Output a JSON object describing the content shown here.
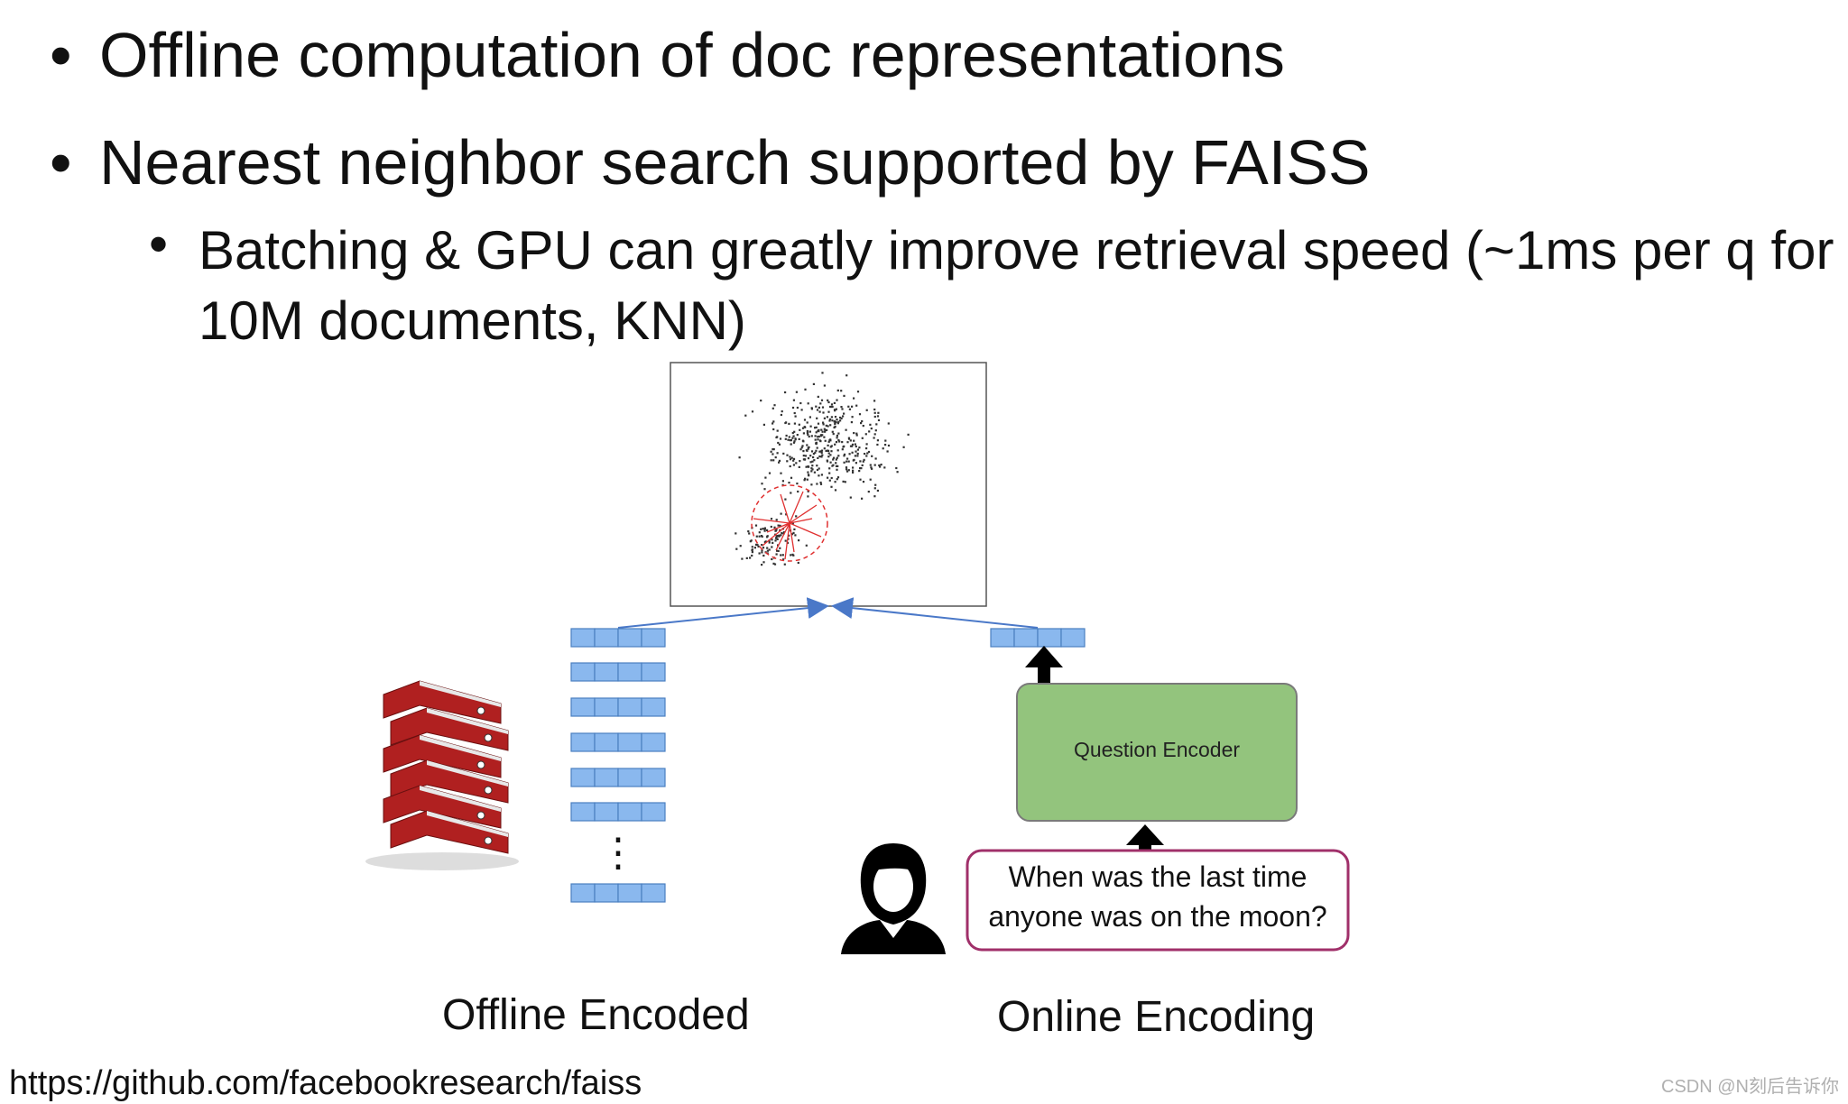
{
  "bullets": [
    {
      "text": "Offline computation of doc representations",
      "level": 1
    },
    {
      "text": "Nearest neighbor search supported by FAISS",
      "level": 1
    },
    {
      "text": "Batching & GPU can greatly improve retrieval speed (~1ms per q for 10M documents, KNN)",
      "level": 2
    }
  ],
  "bullet_glyph": "•",
  "diagram": {
    "encoder_label": "Question Encoder",
    "question_text": "When was the last time anyone was on the moon?",
    "ellipsis": "⋮",
    "offline_caption": "Offline Encoded",
    "online_caption": "Online Encoding",
    "colors": {
      "vector_cell": "#8ab8ee",
      "vector_border": "#4a7fc0",
      "encoder_fill": "#93c47d",
      "question_border": "#a0306a",
      "neighbors": "#e03030",
      "arrow_line": "#4a78c8",
      "binder": "#b02020"
    },
    "icons": [
      "document-stack-icon",
      "person-icon",
      "arrow-up-icon"
    ]
  },
  "source_url": "https://github.com/facebookresearch/faiss",
  "watermark": "CSDN @N刻后告诉你"
}
